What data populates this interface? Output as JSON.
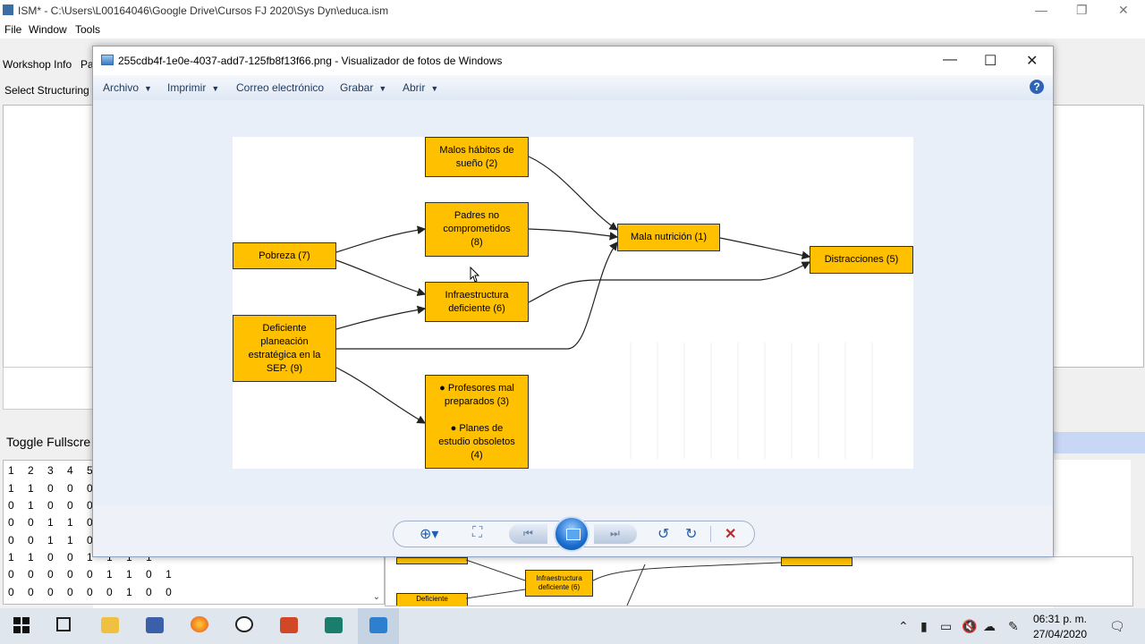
{
  "background_app": {
    "title": "ISM* - C:\\Users\\L00164046\\Google Drive\\Cursos FJ 2020\\Sys Dyn\\educa.ism",
    "menu": [
      "File",
      "Window",
      "Tools"
    ],
    "toolbar_label_1": "Workshop Info",
    "toolbar_label_2": "Pa",
    "structuring_label": "Select Structuring S",
    "toggle_label": "Toggle Fullscre",
    "matrix_rows": [
      "1 2 3 4 5 6",
      "1 1 0 0 0 0",
      "0 1 0 0 0 0",
      "0 0 1 1 0 0",
      "0 0 1 1 0 0",
      "1 1 0 0 1 1 1 1",
      "0 0 0 0 0 1 1 0 1",
      "0 0 0 0 0 0 1 0 0"
    ],
    "bottom_nodes": [
      "Infraestructura deficiente (6)",
      "Deficiente"
    ]
  },
  "viewer": {
    "title": "255cdb4f-1e0e-4037-add7-125fb8f13f66.png - Visualizador de fotos de Windows",
    "menu": {
      "archivo": "Archivo",
      "imprimir": "Imprimir",
      "correo": "Correo electrónico",
      "grabar": "Grabar",
      "abrir": "Abrir"
    },
    "help_glyph": "?"
  },
  "diagram": {
    "nodes": {
      "malos_habitos": "Malos hábitos de\nsueño (2)",
      "padres": "Padres no\ncomprometidos\n(8)",
      "pobreza": "Pobreza (7)",
      "infraestructura": "Infraestructura\ndeficiente (6)",
      "deficiente": "Deficiente\nplaneación\nestratégica en la\nSEP. (9)",
      "profesores": "● Profesores mal\npreparados (3)\n\n● Planes de\nestudio obsoletos\n(4)",
      "mala_nutricion": "Mala nutrición (1)",
      "distracciones": "Distracciones (5)"
    }
  },
  "taskbar": {
    "time": "06:31 p. m.",
    "date": "27/04/2020"
  },
  "colors": {
    "node_fill": "#ffc000",
    "viewer_bg": "#e9eff8",
    "accent": "#1e5fb3"
  }
}
